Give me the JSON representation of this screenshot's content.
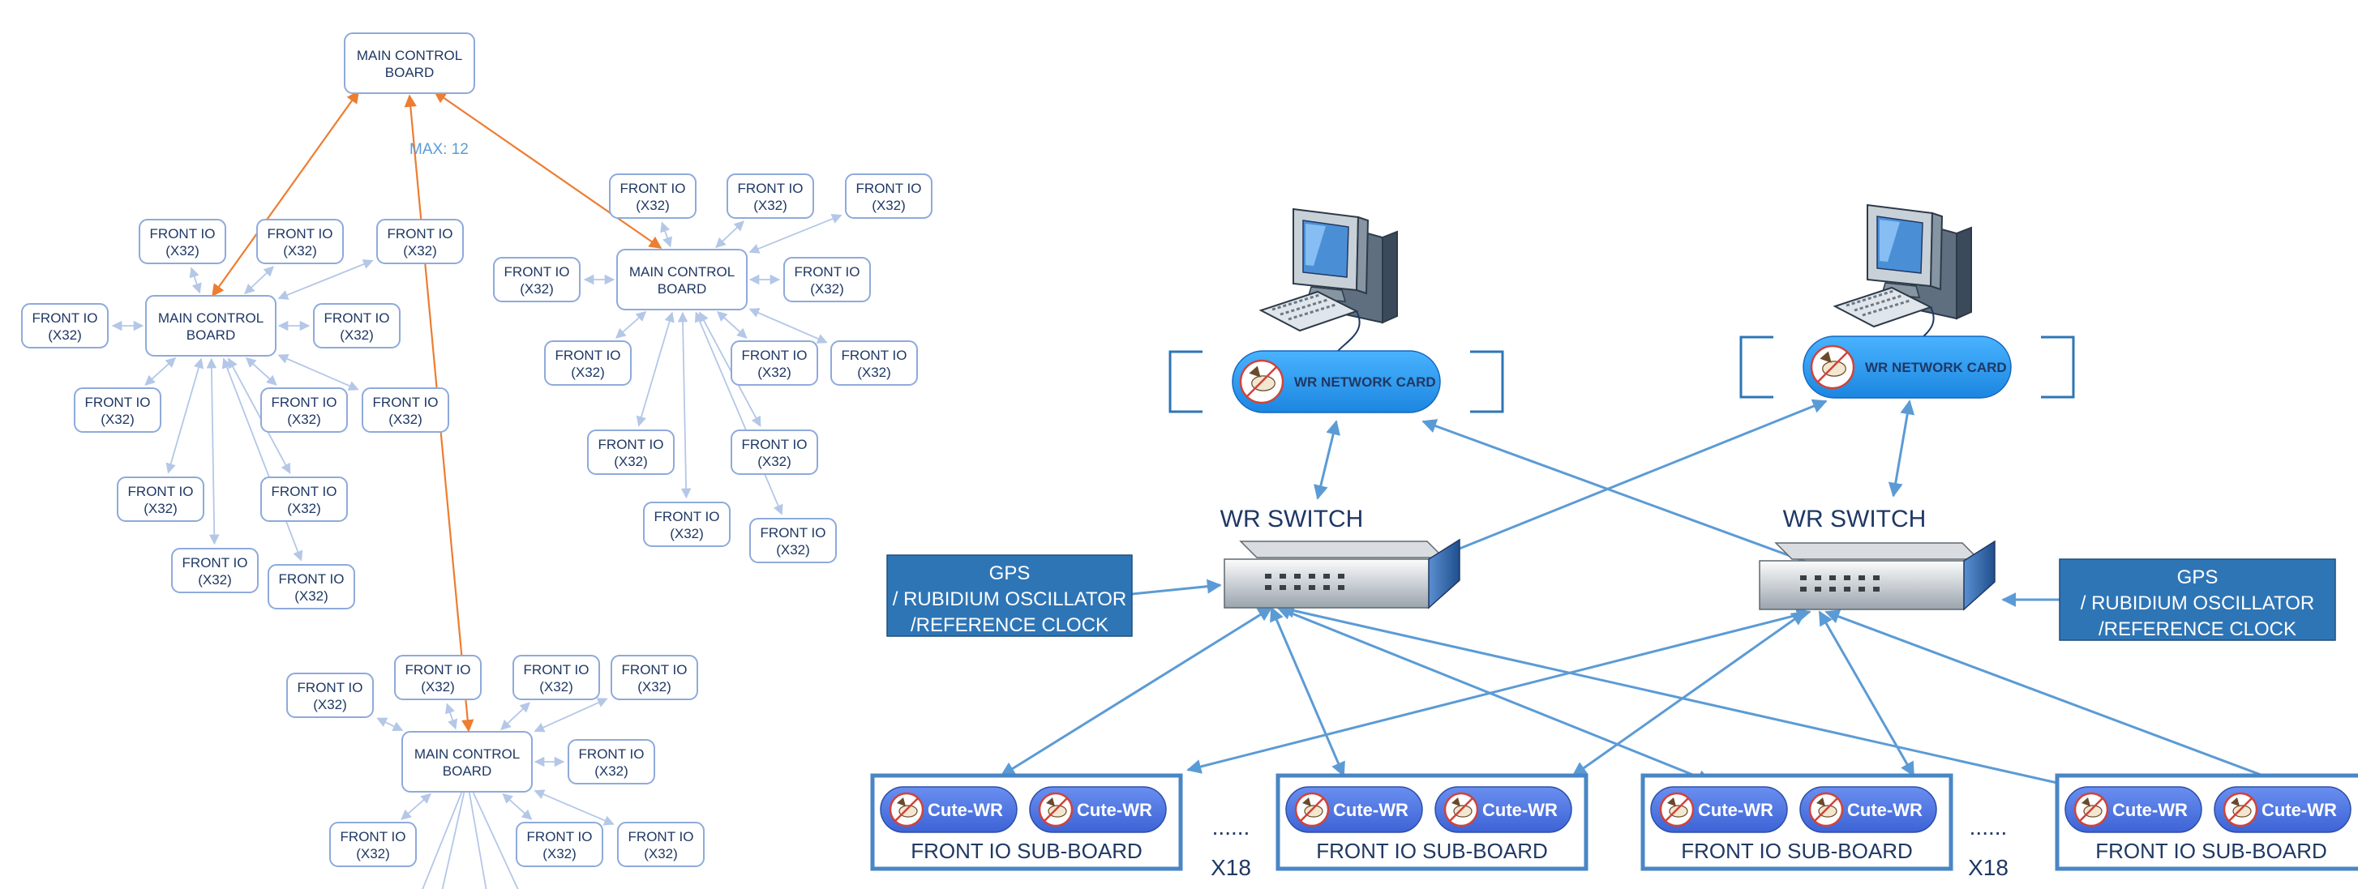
{
  "left_diagram": {
    "top_board": "MAIN CONTROL|BOARD",
    "max_label": "MAX: 12",
    "board_label": "MAIN CONTROL|BOARD",
    "front_io_label": "FRONT IO|(X32)"
  },
  "right_diagram": {
    "switch_label": "WR SWITCH",
    "network_card_label": "WR NETWORK CARD",
    "gps_label": [
      "GPS",
      "/ RUBIDIUM OSCILLATOR",
      "/REFERENCE CLOCK"
    ],
    "cute_label": "Cute-WR",
    "subboard_label": "FRONT IO SUB-BOARD",
    "ellipsis": "......",
    "multiplier": "X18"
  },
  "colors": {
    "front_io_stroke": "#8eaadb",
    "light_arrow": "#b4c7e7",
    "orange_arrow": "#ed7d31",
    "blue_arrow": "#5b9bd5",
    "gps_fill": "#2e75b6",
    "card_fill": "#2f9ef2",
    "subboard_stroke": "#4a86c5"
  }
}
